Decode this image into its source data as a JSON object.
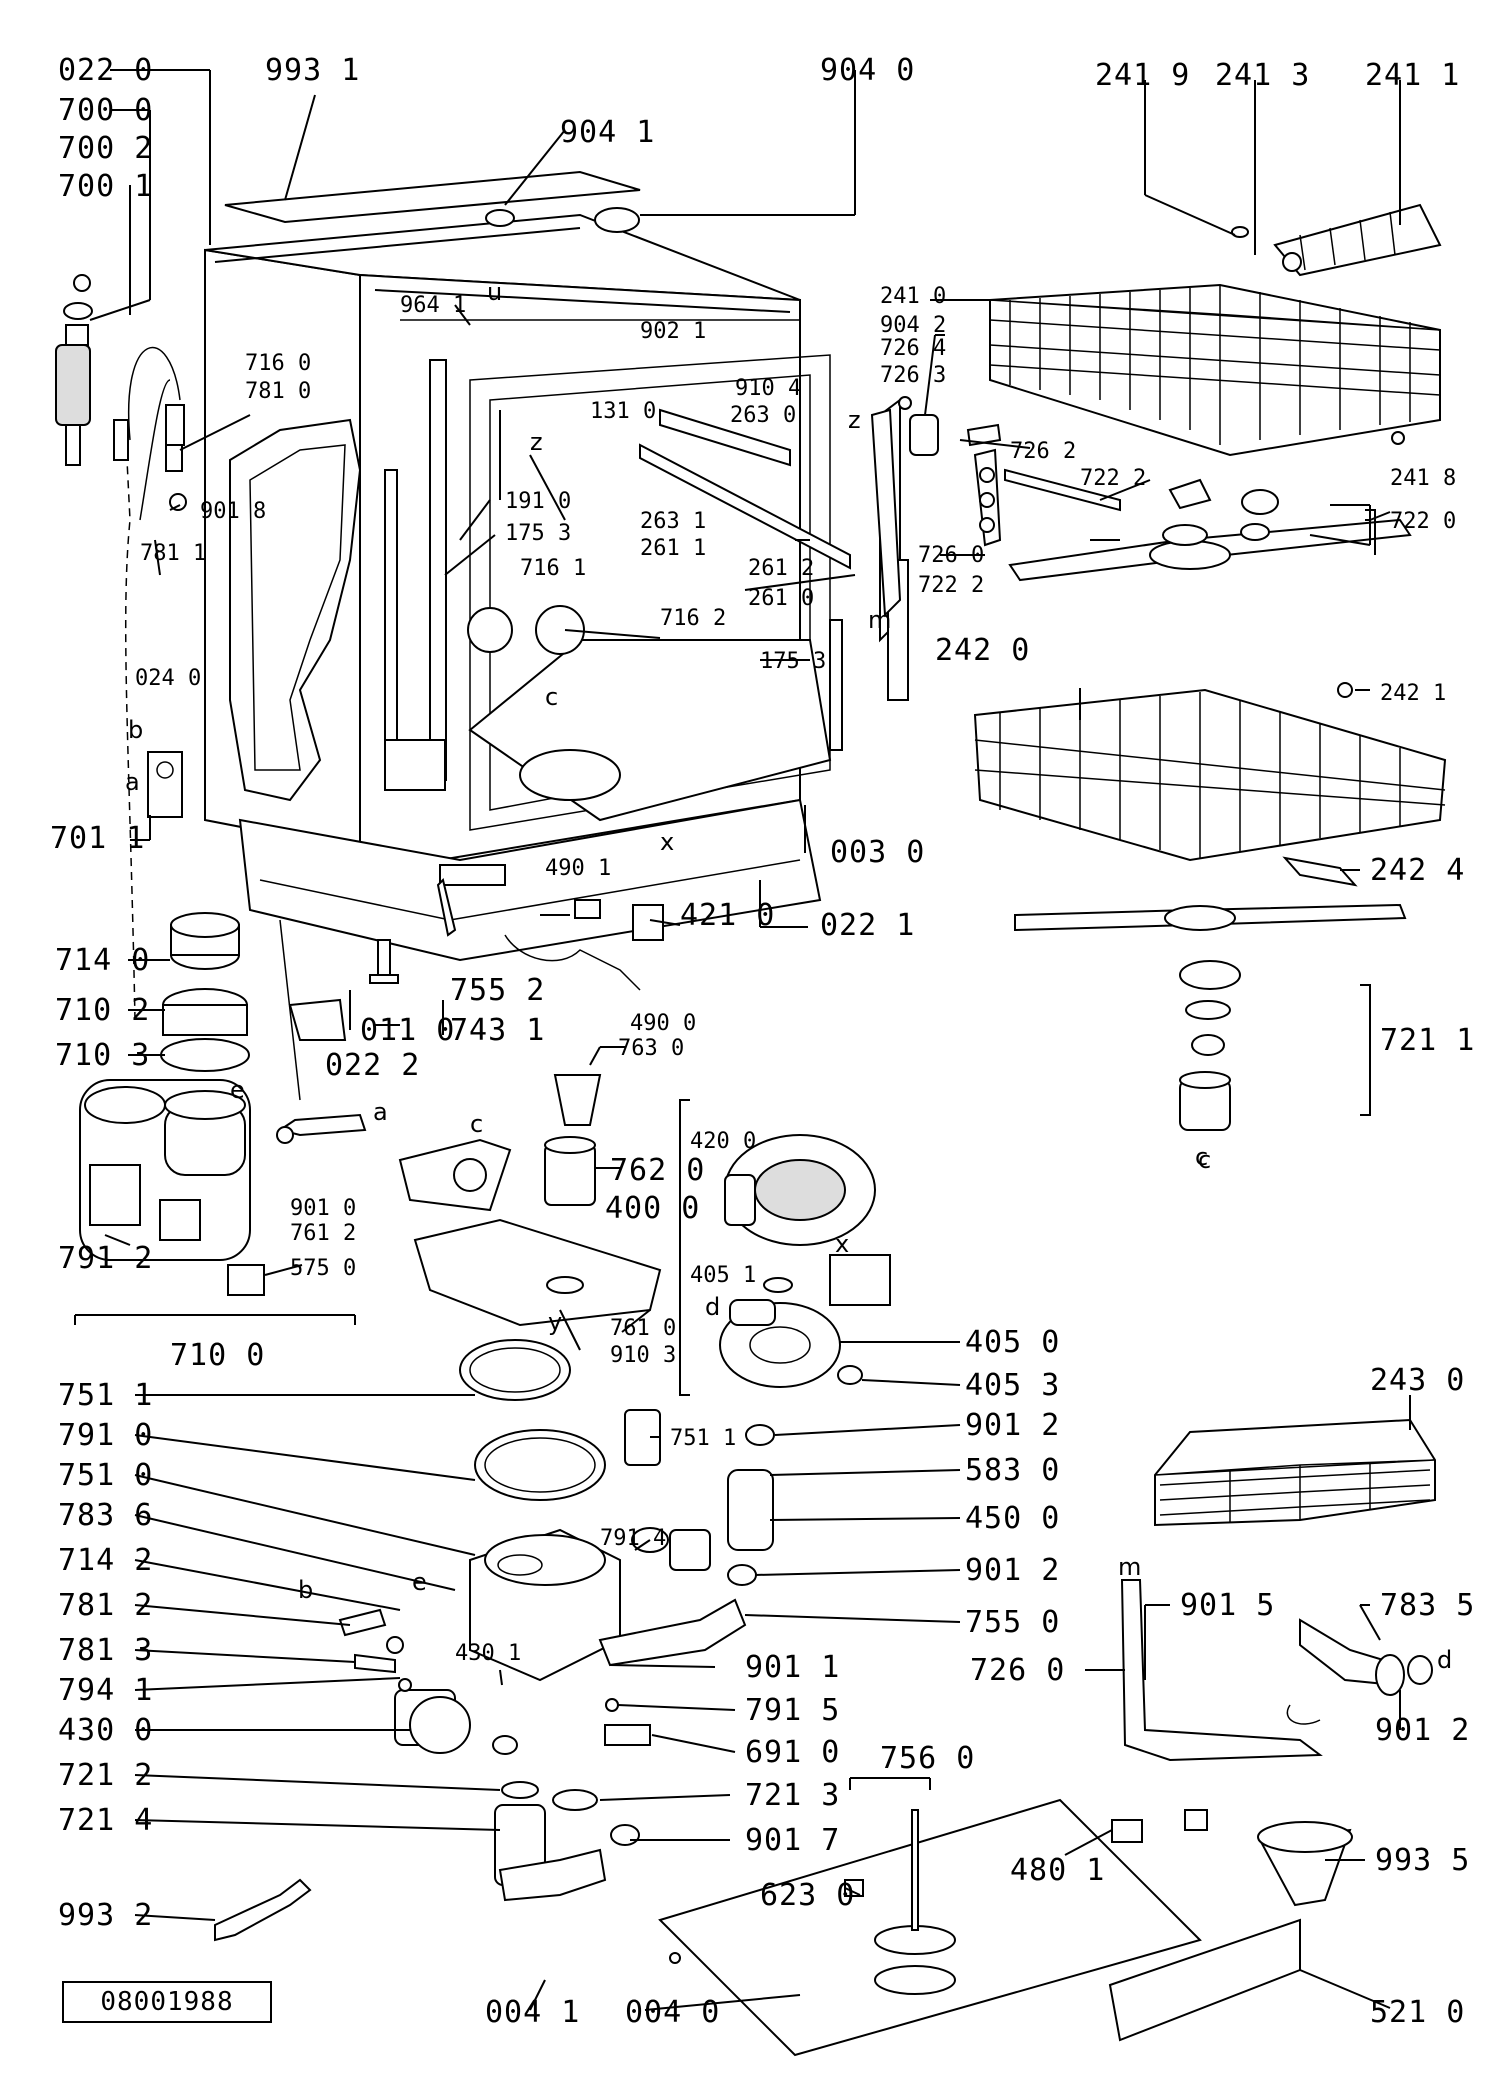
{
  "drawing_code": "08001988",
  "part_labels": [
    "022 0",
    "700 0",
    "700 2",
    "700 1",
    "993 1",
    "904 1",
    "904 0",
    "241 9",
    "241 3",
    "241 1",
    "964 1",
    "902 1",
    "904 2",
    "241 0",
    "726 4",
    "726 3",
    "716 0",
    "781 0",
    "131 0",
    "910 4",
    "263 0",
    "726 2",
    "241 8",
    "722 2",
    "722 0",
    "191 0",
    "175 3",
    "263 1",
    "261 1",
    "261 2",
    "261 0",
    "726 0",
    "722 2",
    "716 1",
    "716 2",
    "901 8",
    "781 1",
    "175 3",
    "242 0",
    "242 1",
    "024 0",
    "701 1",
    "003 0",
    "242 4",
    "490 1",
    "421 0",
    "022 1",
    "714 0",
    "710 2",
    "755 2",
    "011 0",
    "743 1",
    "490 0",
    "710 3",
    "763 0",
    "022 2",
    "721 1",
    "420 0",
    "762 0",
    "400 0",
    "901 0",
    "761 2",
    "405 1",
    "575 0",
    "791 2",
    "710 0",
    "761 0",
    "910 3",
    "405 0",
    "405 3",
    "243 0",
    "751 1",
    "751 1",
    "901 2",
    "791 0",
    "583 0",
    "751 0",
    "450 0",
    "783 6",
    "791 4",
    "714 2",
    "901 2",
    "781 2",
    "755 0",
    "901 5",
    "783 5",
    "781 3",
    "430 1",
    "901 1",
    "726 0",
    "794 1",
    "791 5",
    "430 0",
    "691 0",
    "901 2",
    "721 2",
    "721 3",
    "756 0",
    "721 4",
    "901 7",
    "993 5",
    "480 1",
    "623 0",
    "993 2",
    "004 1",
    "004 0",
    "521 0"
  ],
  "reference_letters": [
    "u",
    "z",
    "z",
    "m",
    "c",
    "b",
    "a",
    "x",
    "a",
    "c",
    "e",
    "c",
    "y",
    "x",
    "d",
    "b",
    "e",
    "m",
    "d",
    "c"
  ]
}
